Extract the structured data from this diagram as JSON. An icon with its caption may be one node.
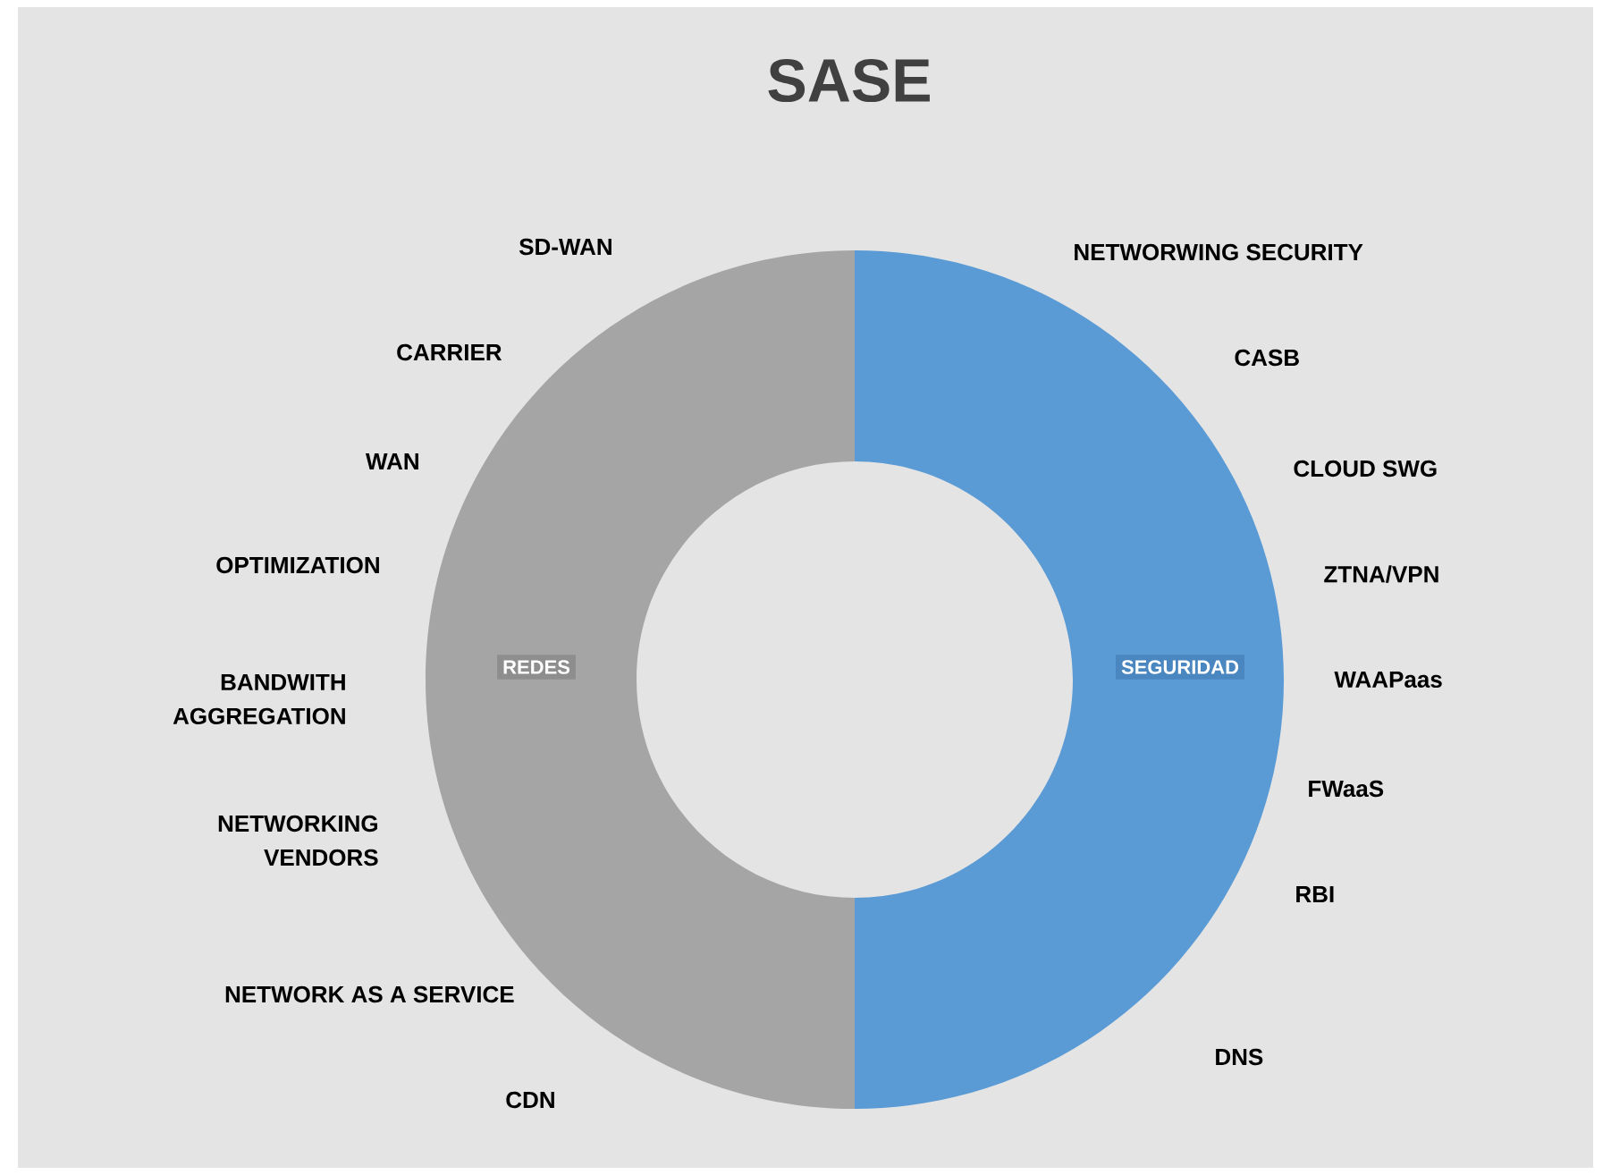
{
  "diagram": {
    "title": "SASE",
    "nodes": [
      {
        "text": [
          "REDES"
        ]
      },
      {
        "text": [
          "SEGURIDAD"
        ]
      }
    ],
    "labels": [
      "SD-WAN",
      "NETWORWING SECURITY",
      "CARRIER",
      "CASB",
      "WAN",
      "CLOUD SWG",
      "OPTIMIZATION",
      "ZTNA/VPN",
      "BANDWITH AGGREGATION",
      "WAAPaas",
      "FWaaS",
      "NETWORKING VENDORS",
      "RBI",
      "NETWORK AS A SERVICE",
      "DNS",
      "CDN"
    ]
  }
}
